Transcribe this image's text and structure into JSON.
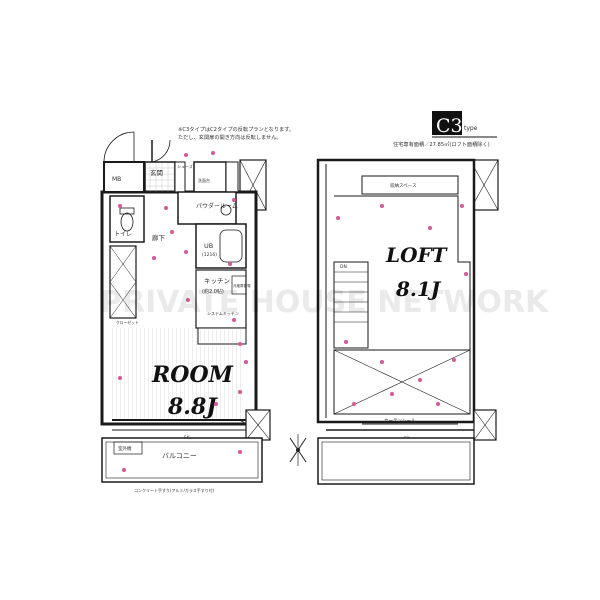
{
  "notes": {
    "line1": "※C3タイプはC2タイプの反転プランとなります。",
    "line2": "ただし、玄関扉の開き方向は反転しません。"
  },
  "type_badge": {
    "letter": "C3",
    "suffix": "type"
  },
  "area_text": "住宅専有面積／27.85㎡(ロフト面積除く)",
  "left_plan": {
    "mb": "MB",
    "entrance": "玄関",
    "shoe": "シューズ",
    "hall": "廊下",
    "powder_room": "パウダールーム",
    "wash": "洗面台",
    "toilet": "トイレ",
    "ub": "UB",
    "ub_size": "(1216)",
    "kitchen": "キッチン",
    "kitchen_size": "(約2.0帖)",
    "system_kitchen": "システムキッチン",
    "fridge": "冷蔵庫置場",
    "room": "ROOM",
    "room_size": "8.8J",
    "closet": "クローゼット",
    "balcony": "バルコニー",
    "aircon": "室外機",
    "fk": "FK",
    "railing": "コンクリート手すり(アルミ/ガラス手すり付)"
  },
  "right_plan": {
    "loft": "LOFT",
    "loft_size": "8.1J",
    "storage": "収納スペース",
    "curtain_rail": "カーテンレール",
    "fk": "FK",
    "dn": "DN"
  },
  "watermark": "PRIVATE HOUSE NETWORK",
  "colors": {
    "wall": "#1a1a1a",
    "outlet": "#d4589a",
    "pale": "#cfcfcf"
  }
}
